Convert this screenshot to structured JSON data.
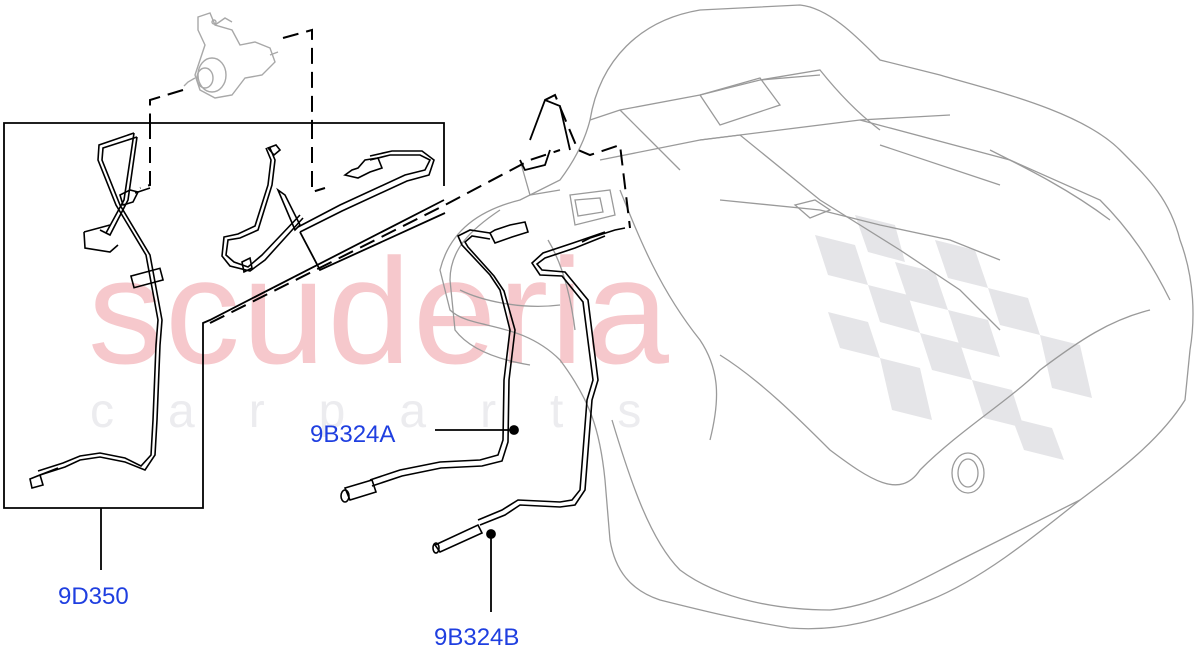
{
  "diagram": {
    "type": "parts-exploded-view",
    "subject": "Fuel lines with fuel tank and fuel filter",
    "watermark": {
      "main_text": "scuderia",
      "sub_text": "carparts",
      "main_color": "#f6c8cc",
      "sub_color": "#ececef",
      "checker_color": "#e3e3e6"
    },
    "callouts": [
      {
        "id": "9D350",
        "label": "9D350",
        "color": "#1f3fe0"
      },
      {
        "id": "9B324A",
        "label": "9B324A",
        "color": "#1f3fe0"
      },
      {
        "id": "9B324B",
        "label": "9B324B",
        "color": "#1f3fe0"
      }
    ],
    "components": [
      {
        "name": "fuel-filter",
        "style": "faded"
      },
      {
        "name": "fuel-line-assembly-9D350",
        "style": "bold"
      },
      {
        "name": "fuel-line-9B324A",
        "style": "bold"
      },
      {
        "name": "fuel-line-9B324B",
        "style": "bold"
      },
      {
        "name": "fuel-tank",
        "style": "faded"
      }
    ]
  }
}
